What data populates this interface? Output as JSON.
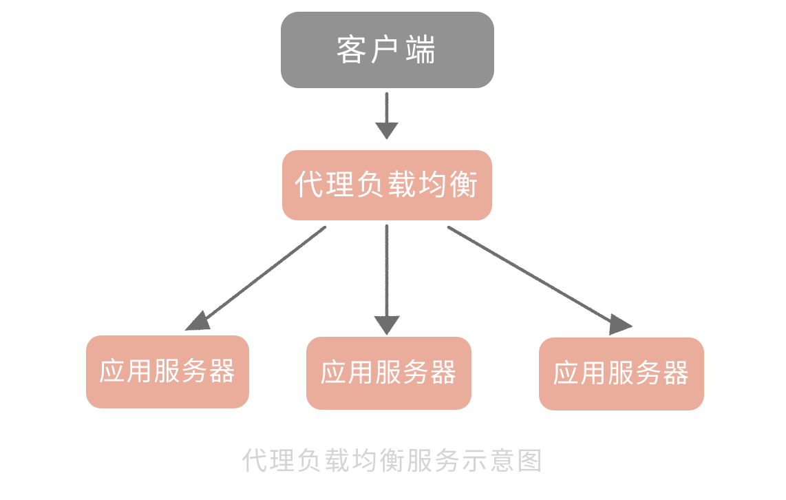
{
  "diagram": {
    "title": "代理负载均衡服务示意图",
    "colors": {
      "client_fill": "#929292",
      "node_fill": "#eaad9c",
      "node_text": "#ffffff",
      "arrow": "#6e6e6e",
      "caption_text": "#d4d4d4",
      "background": "#ffffff"
    },
    "nodes": [
      {
        "id": "client",
        "label": "客户端",
        "role": "client"
      },
      {
        "id": "balancer",
        "label": "代理负载均衡",
        "role": "load-balancer"
      },
      {
        "id": "server1",
        "label": "应用服务器",
        "role": "app-server"
      },
      {
        "id": "server2",
        "label": "应用服务器",
        "role": "app-server"
      },
      {
        "id": "server3",
        "label": "应用服务器",
        "role": "app-server"
      }
    ],
    "edges": [
      {
        "id": "client-to-balancer",
        "from": "client",
        "to": "balancer",
        "style": "arrow-down"
      },
      {
        "id": "balancer-to-server1",
        "from": "balancer",
        "to": "server1",
        "style": "arrow-diagonal-left"
      },
      {
        "id": "balancer-to-server2",
        "from": "balancer",
        "to": "server2",
        "style": "arrow-down"
      },
      {
        "id": "balancer-to-server3",
        "from": "balancer",
        "to": "server3",
        "style": "arrow-diagonal-right"
      }
    ],
    "caption": "代理负载均衡服务示意图"
  }
}
